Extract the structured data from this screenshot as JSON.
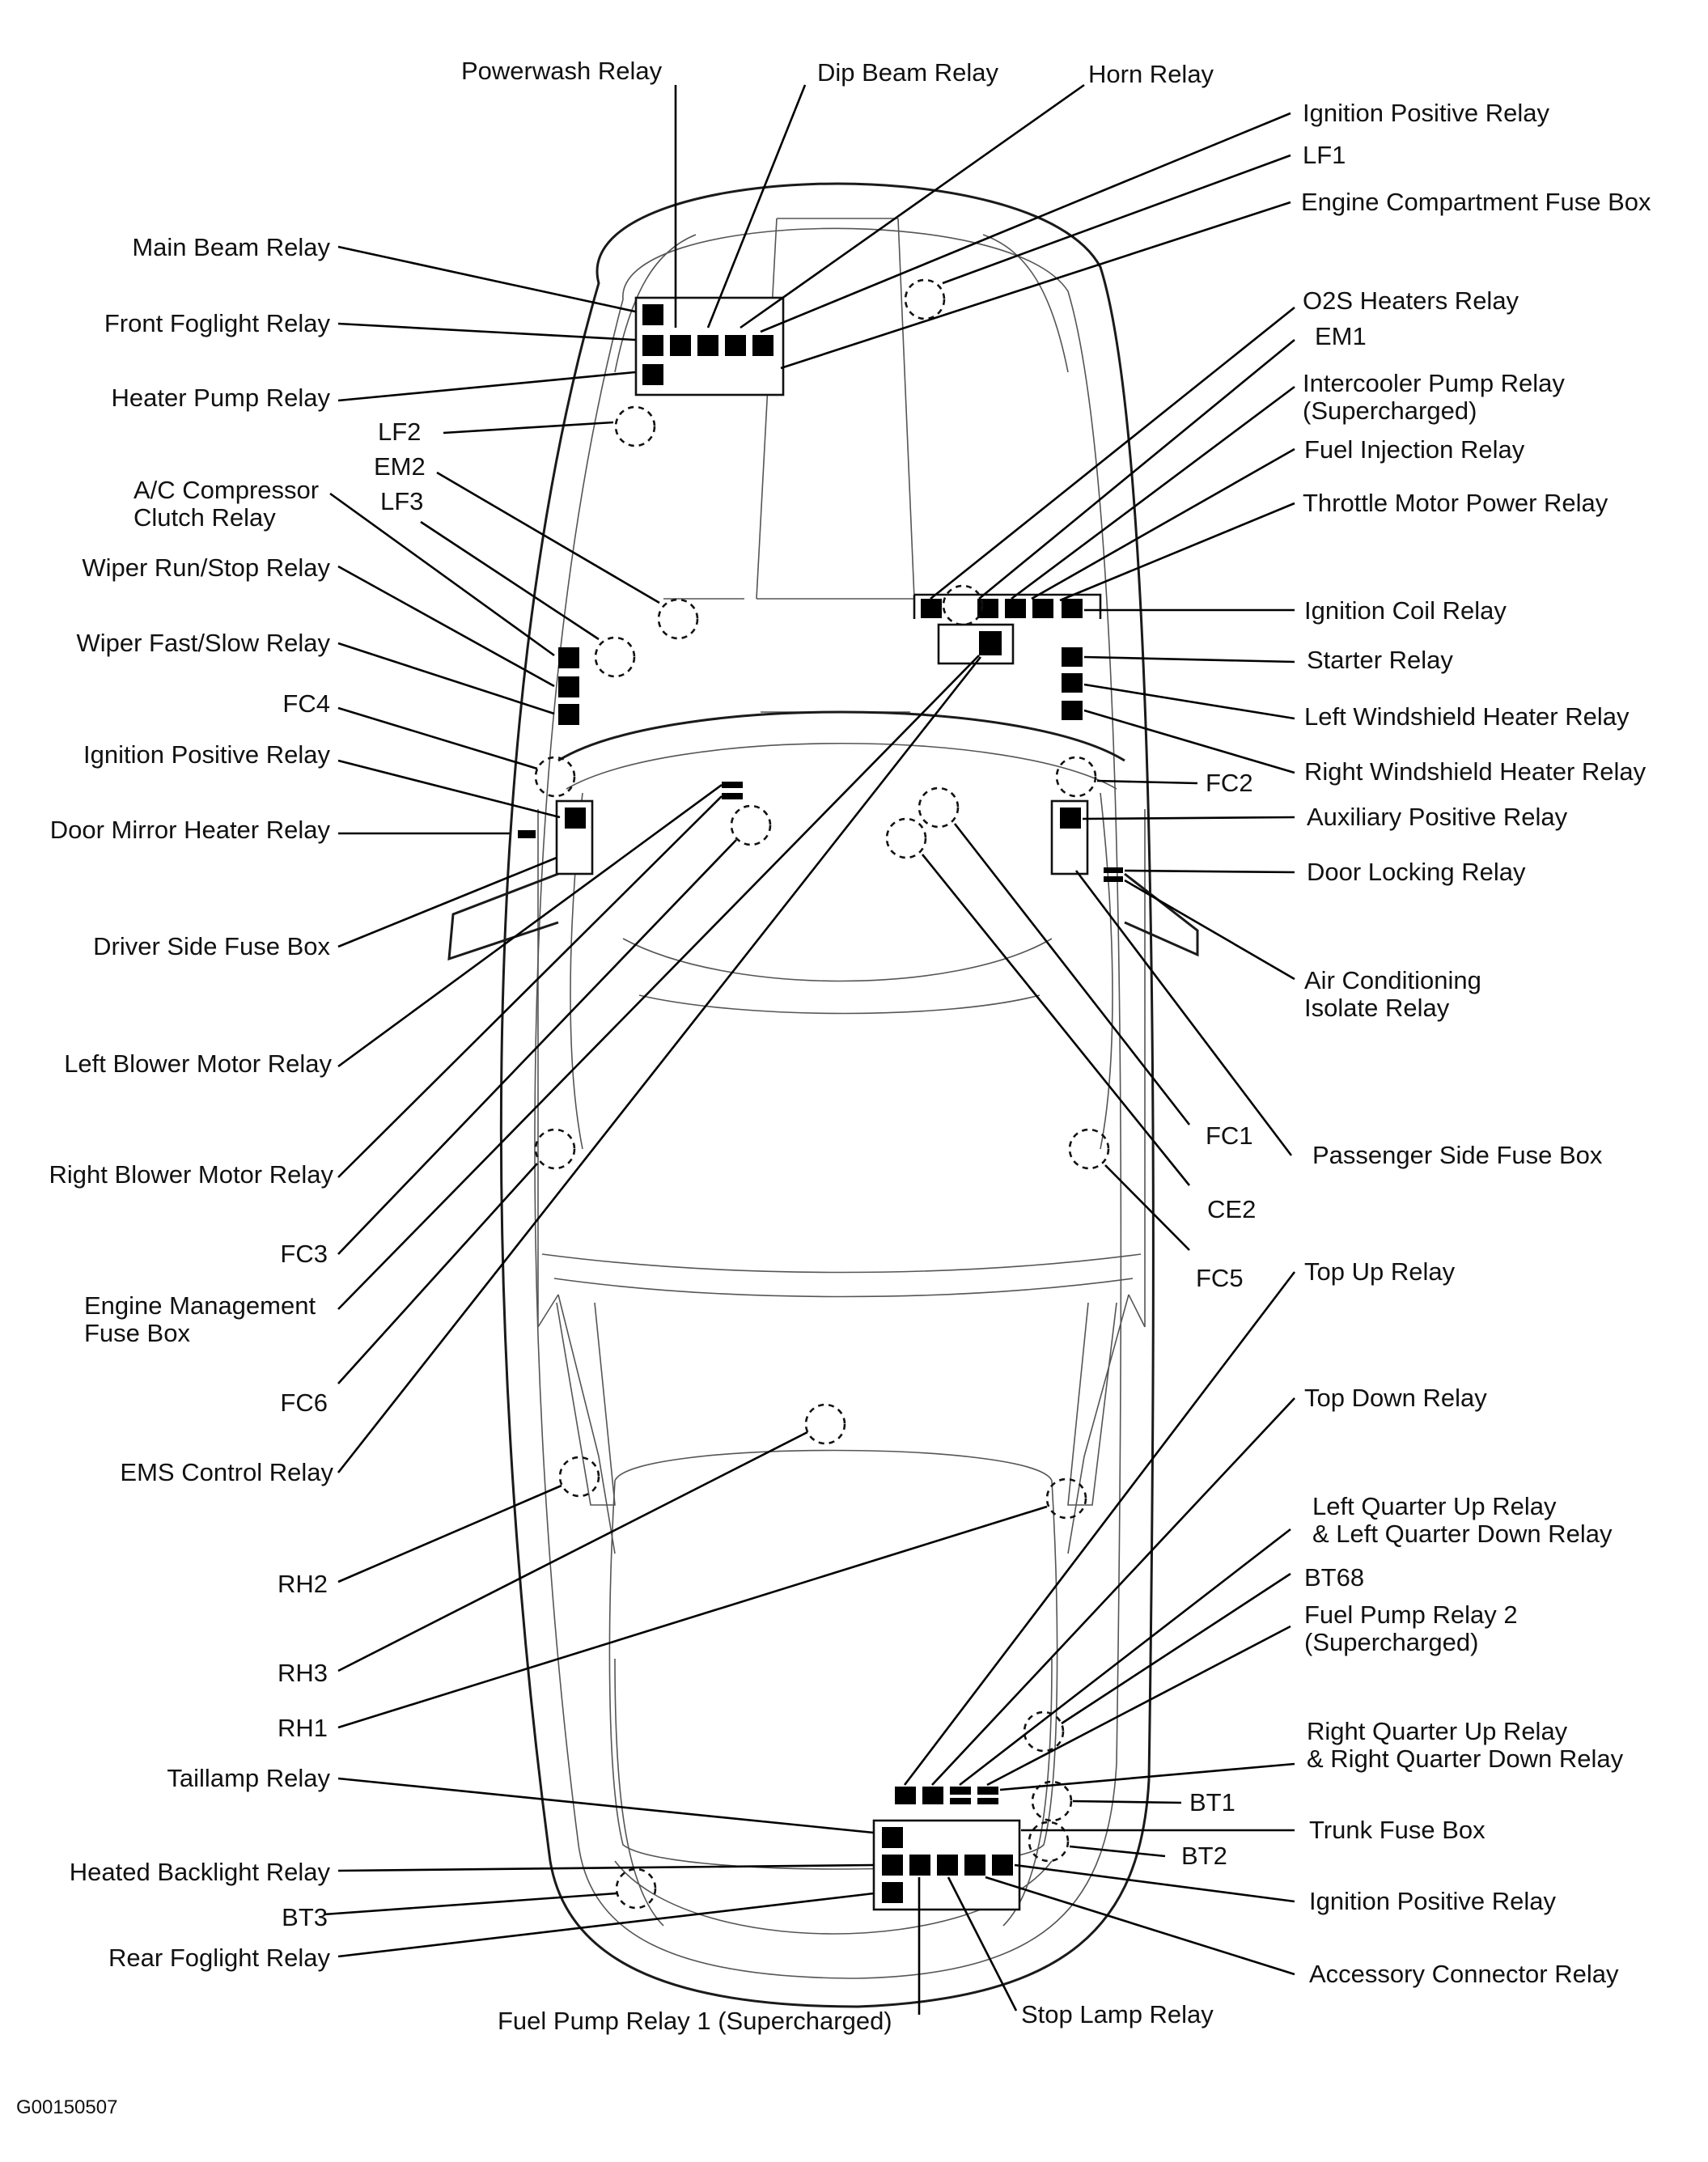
{
  "labels": {
    "powerwash": "Powerwash Relay",
    "dip_beam": "Dip Beam Relay",
    "horn": "Horn Relay",
    "ign_pos_front": "Ignition Positive Relay",
    "lf1": "LF1",
    "ecfb": "Engine Compartment Fuse Box",
    "main_beam": "Main Beam Relay",
    "front_fog": "Front Foglight Relay",
    "heater_pump": "Heater Pump Relay",
    "lf2": "LF2",
    "em2": "EM2",
    "ac_comp_1": "A/C Compressor",
    "ac_comp_2": "Clutch Relay",
    "lf3": "LF3",
    "wiper_run": "Wiper Run/Stop Relay",
    "wiper_fast": "Wiper Fast/Slow Relay",
    "fc4": "FC4",
    "ign_pos_driver": "Ignition Positive Relay",
    "door_mirror": "Door Mirror Heater Relay",
    "driver_fb": "Driver Side Fuse Box",
    "left_blower": "Left Blower Motor Relay",
    "right_blower": "Right Blower Motor Relay",
    "fc3": "FC3",
    "emfb_1": "Engine Management",
    "emfb_2": "Fuse Box",
    "fc6": "FC6",
    "ems_control": "EMS Control Relay",
    "rh2": "RH2",
    "rh3": "RH3",
    "rh1": "RH1",
    "taillamp": "Taillamp Relay",
    "heated_backlight": "Heated Backlight Relay",
    "bt3": "BT3",
    "rear_fog": "Rear Foglight Relay",
    "fuel_pump1": "Fuel Pump Relay 1 (Supercharged)",
    "stop_lamp": "Stop Lamp Relay",
    "o2s": "O2S Heaters Relay",
    "em1": "EM1",
    "intercooler_1": "Intercooler Pump Relay",
    "intercooler_2": "(Supercharged)",
    "fuel_injection": "Fuel Injection Relay",
    "throttle": "Throttle Motor Power Relay",
    "ign_coil": "Ignition Coil Relay",
    "starter": "Starter Relay",
    "left_ws": "Left Windshield Heater Relay",
    "right_ws": "Right Windshield Heater Relay",
    "fc2": "FC2",
    "aux_pos": "Auxiliary Positive Relay",
    "door_lock": "Door Locking Relay",
    "ac_isolate_1": "Air Conditioning",
    "ac_isolate_2": "Isolate Relay",
    "fc1": "FC1",
    "passenger_fb": "Passenger Side Fuse Box",
    "ce2": "CE2",
    "fc5": "FC5",
    "top_up": "Top Up Relay",
    "top_down": "Top Down Relay",
    "left_quarter_1": "Left Quarter Up Relay",
    "left_quarter_2": "& Left Quarter Down Relay",
    "bt68": "BT68",
    "fuel_pump2_1": "Fuel Pump Relay 2",
    "fuel_pump2_2": "(Supercharged)",
    "right_quarter_1": "Right Quarter Up Relay",
    "right_quarter_2": "& Right Quarter Down Relay",
    "bt1": "BT1",
    "trunk_fb": "Trunk Fuse Box",
    "bt2": "BT2",
    "ign_pos_rear": "Ignition Positive Relay",
    "accessory": "Accessory Connector Relay",
    "figure_code": "G00150507"
  }
}
